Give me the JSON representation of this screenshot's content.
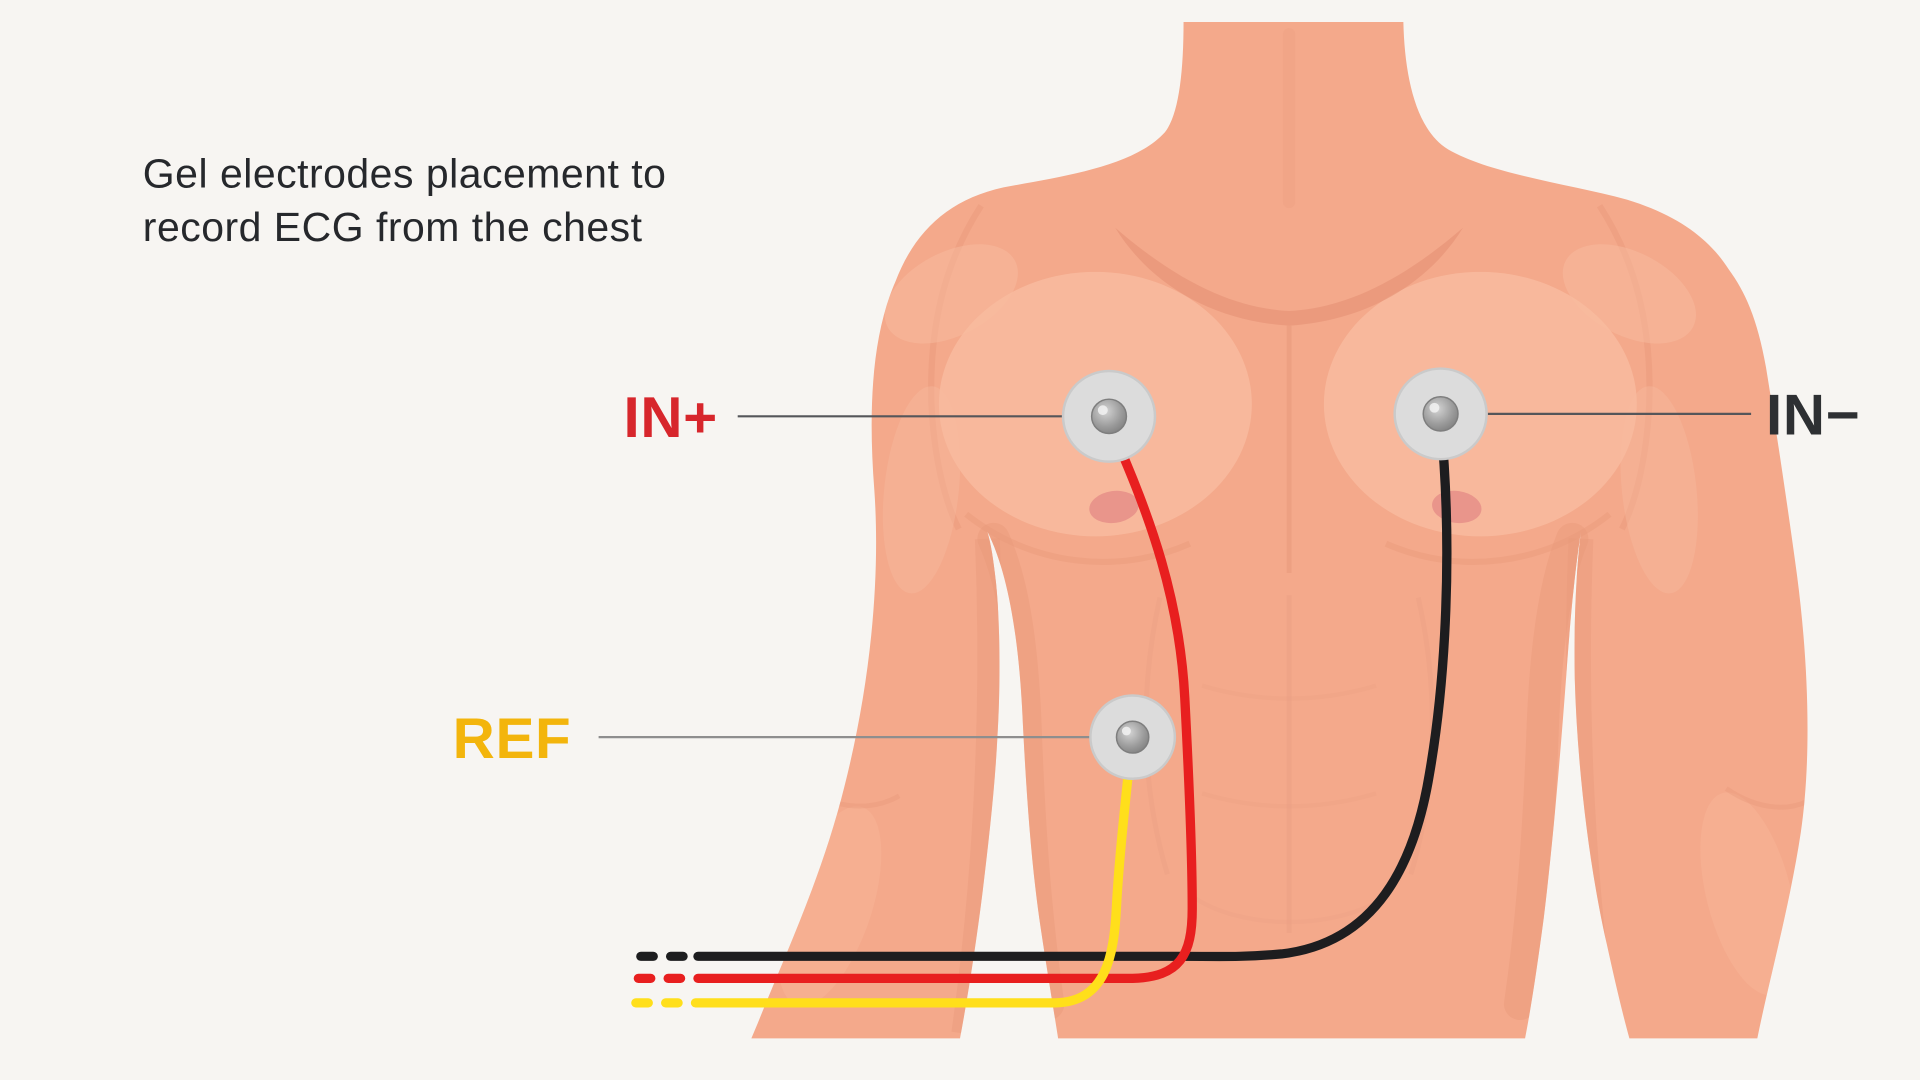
{
  "diagram": {
    "title_line1": "Gel electrodes placement to",
    "title_line2": "record ECG from the chest"
  },
  "electrodes": {
    "in_plus": {
      "label": "IN+",
      "color": "#d7262c",
      "wire": "#e81f1f"
    },
    "in_minus": {
      "label": "IN−",
      "color": "#2e3033",
      "wire": "#1d1d1f"
    },
    "ref": {
      "label": "REF",
      "color": "#f3b50c",
      "wire": "#ffdf1b"
    }
  },
  "colors": {
    "background": "#f7f5f2",
    "skin": "#f4a98b",
    "skin_light": "#f8bb9f",
    "skin_shadow": "#e9997b",
    "electrode_pad": "#dcdcdc",
    "electrode_snap": "#9c9c9c",
    "leader_line": "#55565a"
  }
}
